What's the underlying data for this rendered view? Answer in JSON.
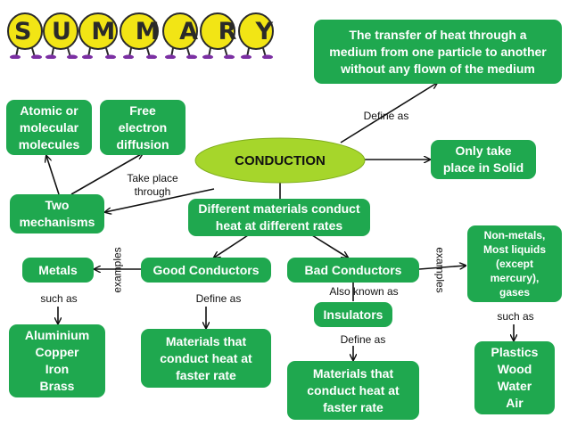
{
  "banner": {
    "title": "SUMMARY"
  },
  "center": {
    "label": "CONDUCTION"
  },
  "nodes": {
    "definition": "The transfer of heat through a\nmedium from one particle to another\nwithout any flown of the medium",
    "atomic": "Atomic or\nmolecular\nmolecules",
    "free_electron": "Free\nelectron\ndiffusion",
    "only_solid": "Only take\nplace in Solid",
    "two_mechanisms": "Two\nmechanisms",
    "different_materials": "Different materials conduct\nheat at different rates",
    "metals": "Metals",
    "good_conductors": "Good Conductors",
    "bad_conductors": "Bad Conductors",
    "nonmetals": "Non-metals,\nMost liquids\n(except\nmercury),\ngases",
    "insulators": "Insulators",
    "metals_list": "Aluminium\nCopper\nIron\nBrass",
    "good_def": "Materials that\nconduct heat at\nfaster rate",
    "bad_def": "Materials that\nconduct heat at\nfaster rate",
    "nonmetal_list": "Plastics\nWood\nWater\nAir"
  },
  "labels": {
    "define_as_top": "Define as",
    "take_place": "Take place\nthrough",
    "examples_left": "examples",
    "examples_right": "examples",
    "such_as_left": "such as",
    "define_as_good": "Define as",
    "also_known": "Also known as",
    "define_as_bad": "Define as",
    "such_as_right": "such as"
  },
  "colors": {
    "box": "#1fa84f",
    "center": "#a6d62b",
    "text": "#ffffff",
    "line": "#111111",
    "banner_letters": "#f2e515",
    "banner_outline": "#2a2a2a"
  }
}
